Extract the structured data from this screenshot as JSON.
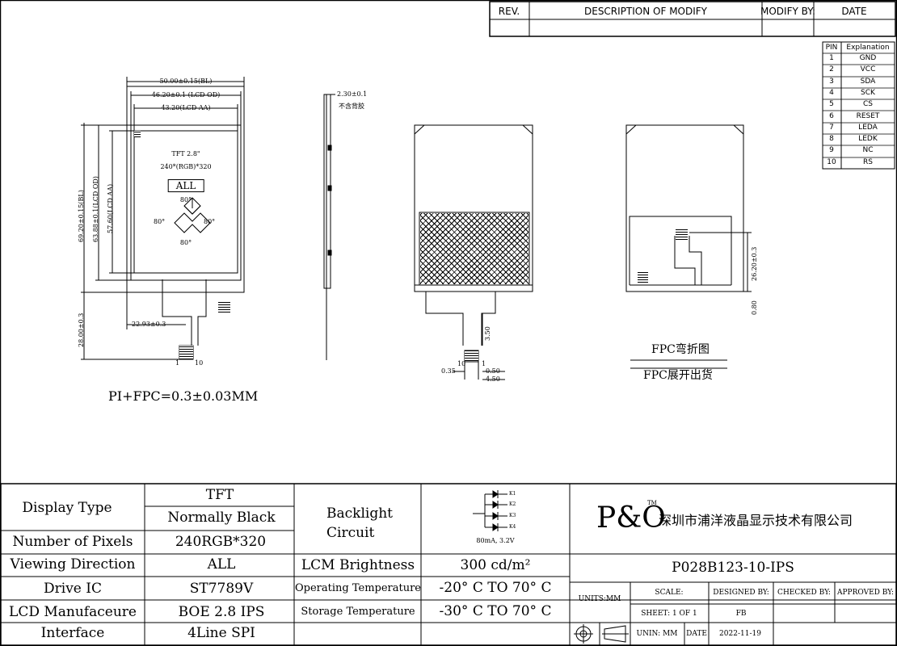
{
  "revision_table": {
    "headers": [
      "REV.",
      "DESCRIPTION OF MODIFY",
      "MODIFY BY:",
      "DATE"
    ]
  },
  "pin_table": {
    "headers": [
      "PIN",
      "Explanation"
    ],
    "rows": [
      [
        "1",
        "GND"
      ],
      [
        "2",
        "VCC"
      ],
      [
        "3",
        "SDA"
      ],
      [
        "4",
        "SCK"
      ],
      [
        "5",
        "CS"
      ],
      [
        "6",
        "RESET"
      ],
      [
        "7",
        "LEDA"
      ],
      [
        "8",
        "LEDK"
      ],
      [
        "9",
        "NC"
      ],
      [
        "10",
        "RS"
      ]
    ]
  },
  "front_view": {
    "dim_bl_width": "50.00±0.15(BL)",
    "dim_od_width": "46.20±0.1 (LCD OD)",
    "dim_aa_width": "43.20(LCD AA)",
    "dim_bl_height": "69.20±0.15(BL)",
    "dim_od_height": "63.88±0.1(LCD OD)",
    "dim_aa_height": "57.60(LCD AA)",
    "dim_fpc_length": "28.00±0.3",
    "dim_fpc_offset": "22.93±0.3",
    "screen_title": "TFT 2.8\"",
    "screen_resolution": "240*(RGB)*320",
    "screen_view": "ALL",
    "angle_top": "80°",
    "angle_left": "80°",
    "angle_right": "80°",
    "angle_bottom": "80°",
    "pin_first": "1",
    "pin_last": "10"
  },
  "thickness_note": {
    "value": "2.30±0.1",
    "note": "不含背胶"
  },
  "back_view": {
    "dim_035": "0.35",
    "dim_050": "0.50",
    "dim_450": "4.50",
    "dim_350": "3.50",
    "pin_10": "10",
    "pin_1": "1"
  },
  "bent_view": {
    "dim_2620": "26.20±0.3",
    "dim_080": "0.80",
    "label_bent": "FPC弯折图",
    "label_flat": "FPC展开出货"
  },
  "thickness_label": "PI+FPC=0.3±0.03MM",
  "spec_table": {
    "rows": [
      {
        "label": "Display Type",
        "value_a": "TFT",
        "value_b": "Normally Black"
      },
      {
        "label": "Number of Pixels",
        "value": "240RGB*320"
      },
      {
        "label": "Viewing Direction",
        "value": "ALL"
      },
      {
        "label": "Drive IC",
        "value": "ST7789V"
      },
      {
        "label": "LCD Manufaceure",
        "value": "BOE 2.8 IPS"
      },
      {
        "label": "Interface",
        "value": "4Line SPI"
      }
    ],
    "backlight_label": "Backlight Circuit",
    "backlight_note": "80mA, 3.2V",
    "backlight_leds": [
      "K1",
      "K2",
      "K3",
      "K4"
    ],
    "brightness_label": "LCM Brightness",
    "brightness_value": "300 cd/m²",
    "op_temp_label": "Operating Temperature",
    "op_temp_value": "-20° C TO 70° C",
    "st_temp_label": "Storage Temperature",
    "st_temp_value": "-30° C TO 70° C"
  },
  "title_block": {
    "logo": "P&O",
    "logo_tm": "TM",
    "company": "深圳市浦洋液晶显示技术有限公司",
    "part_number": "P028B123-10-IPS",
    "units_label": "UNITS:MM",
    "scale_label": "SCALE:",
    "designed_label": "DESIGNED BY:",
    "checked_label": "CHECKED BY:",
    "approved_label": "APPROVED BY:",
    "sheet_label": "SHEET: 1 OF 1",
    "designer": "FB",
    "unin_label": "UNIN: MM",
    "date_label": "DATE",
    "date_value": "2022-11-19"
  }
}
